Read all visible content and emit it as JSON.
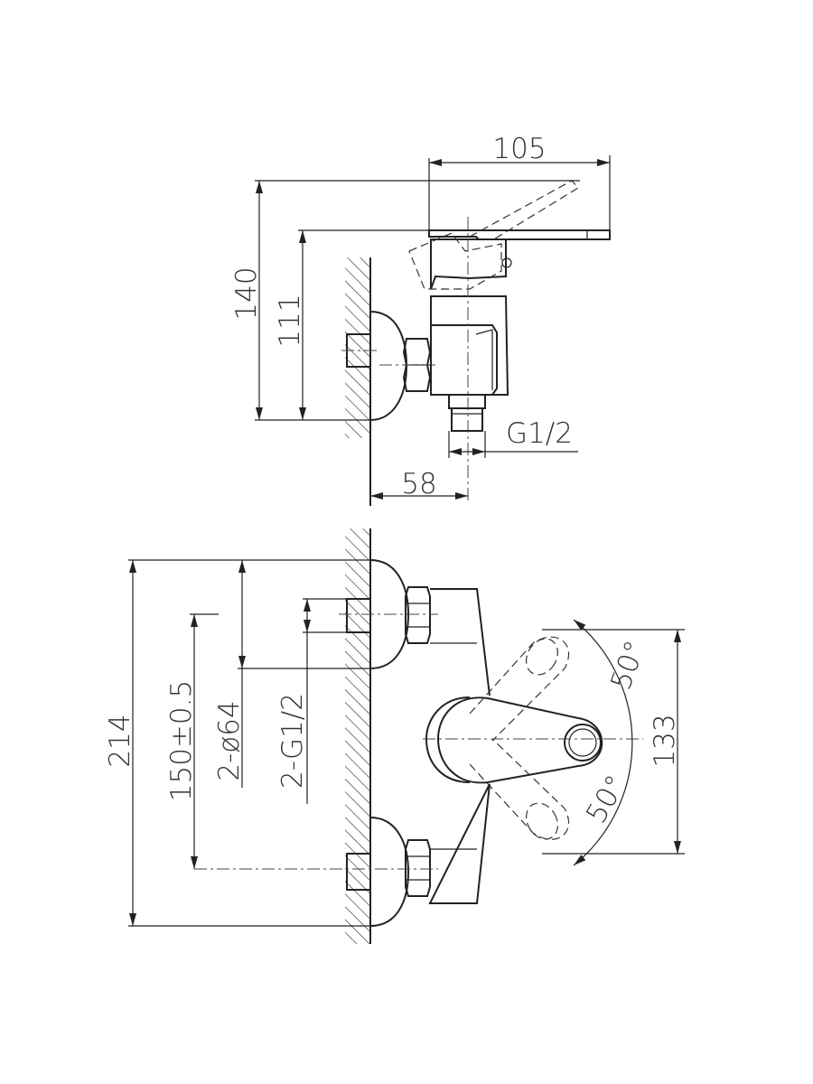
{
  "drawing": {
    "side_view": {
      "dim_width": "105",
      "dim_height_total": "140",
      "dim_height_lever": "111",
      "dim_outlet_thread": "G1/2",
      "dim_wall_to_outlet": "58"
    },
    "front_view": {
      "dim_total_height": "214",
      "dim_inlet_spacing": "150±0.5",
      "dim_escutcheon": "2-ø64",
      "dim_inlet_thread": "2-G1/2",
      "dim_handle_span": "133",
      "angle_up": "50°",
      "angle_down": "50°"
    }
  }
}
